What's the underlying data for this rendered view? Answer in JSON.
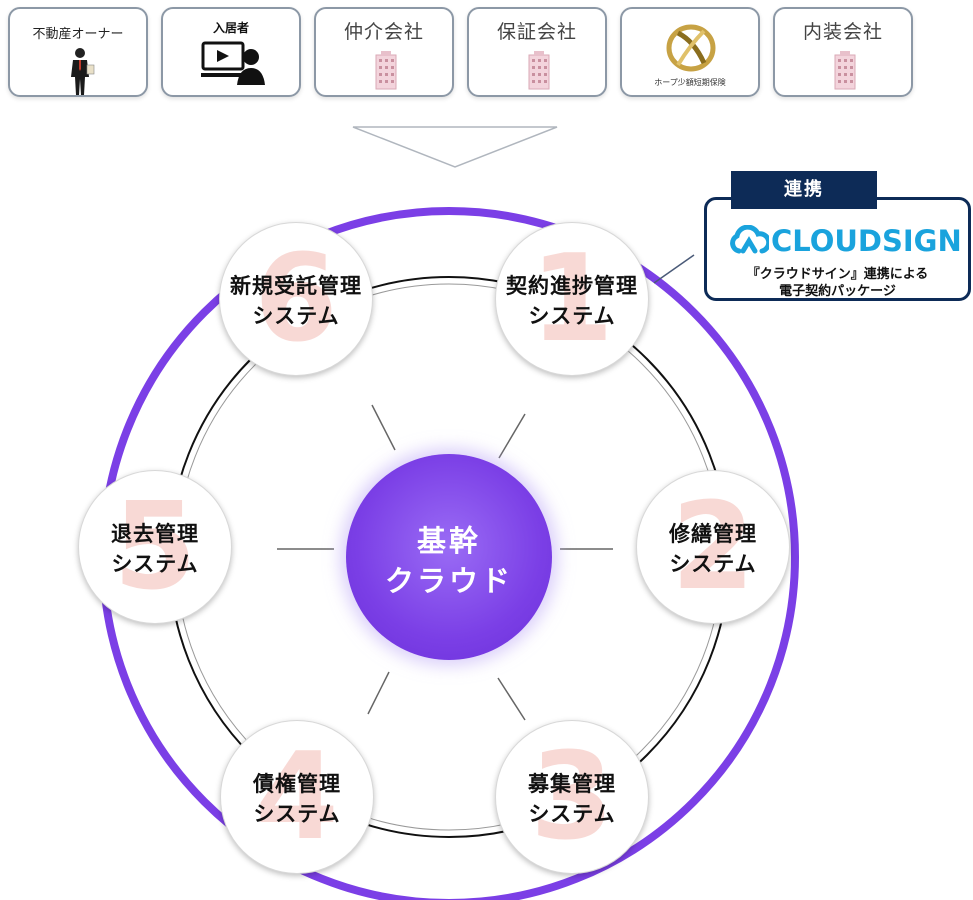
{
  "stakeholders": [
    {
      "id": "owner",
      "label": "不動産オーナー"
    },
    {
      "id": "tenant",
      "label": "入居者"
    },
    {
      "id": "broker",
      "label": "仲介会社"
    },
    {
      "id": "guarantor",
      "label": "保証会社"
    },
    {
      "id": "insurer",
      "label": "ホープ少額短期保険"
    },
    {
      "id": "interior",
      "label": "内装会社"
    }
  ],
  "center": {
    "line1": "基幹",
    "line2": "クラウド"
  },
  "nodes": [
    {
      "num": "1",
      "line1": "契約進捗管理",
      "line2": "システム"
    },
    {
      "num": "2",
      "line1": "修繕管理",
      "line2": "システム"
    },
    {
      "num": "3",
      "line1": "募集管理",
      "line2": "システム"
    },
    {
      "num": "4",
      "line1": "債権管理",
      "line2": "システム"
    },
    {
      "num": "5",
      "line1": "退去管理",
      "line2": "システム"
    },
    {
      "num": "6",
      "line1": "新規受託管理",
      "line2": "システム"
    }
  ],
  "cloudsign": {
    "tag": "連携",
    "logo_text": "CLOUDSIGN",
    "line1": "『クラウドサイン』連携による",
    "line2": "電子契約パッケージ"
  },
  "colors": {
    "ring_purple": "#7b3fe6",
    "center_purple": "#7b3fe6",
    "number_pink": "#f8d9d5",
    "navy": "#0d2b57",
    "cloudsign_blue": "#1aa3dd",
    "card_border": "#8c98a6"
  },
  "icons": {
    "owner": "businessman-icon",
    "tenant": "video-call-icon",
    "broker": "building-icon",
    "guarantor": "building-icon",
    "insurer": "hope-logo-icon",
    "interior": "building-icon"
  }
}
